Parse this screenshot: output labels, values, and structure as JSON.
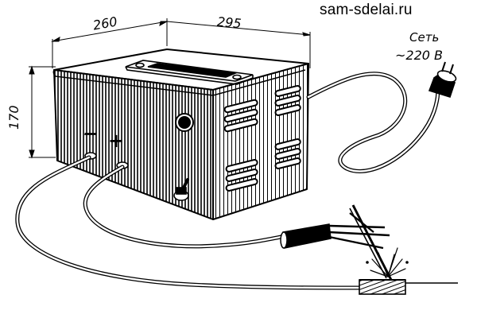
{
  "watermark": "sam-sdelai.ru",
  "dimensions": {
    "width": "260",
    "depth": "295",
    "height": "170"
  },
  "mains_label": {
    "line1": "Сеть",
    "line2": "~220 В"
  },
  "terminals": {
    "negative": "−",
    "positive": "+"
  },
  "icons": [
    "welding-machine-icon",
    "carry-handle-icon",
    "vent-louver-icon",
    "indicator-lamp-icon",
    "toggle-switch-icon",
    "power-plug-icon",
    "electrode-holder-icon",
    "workpiece-icon",
    "spark-icon"
  ]
}
